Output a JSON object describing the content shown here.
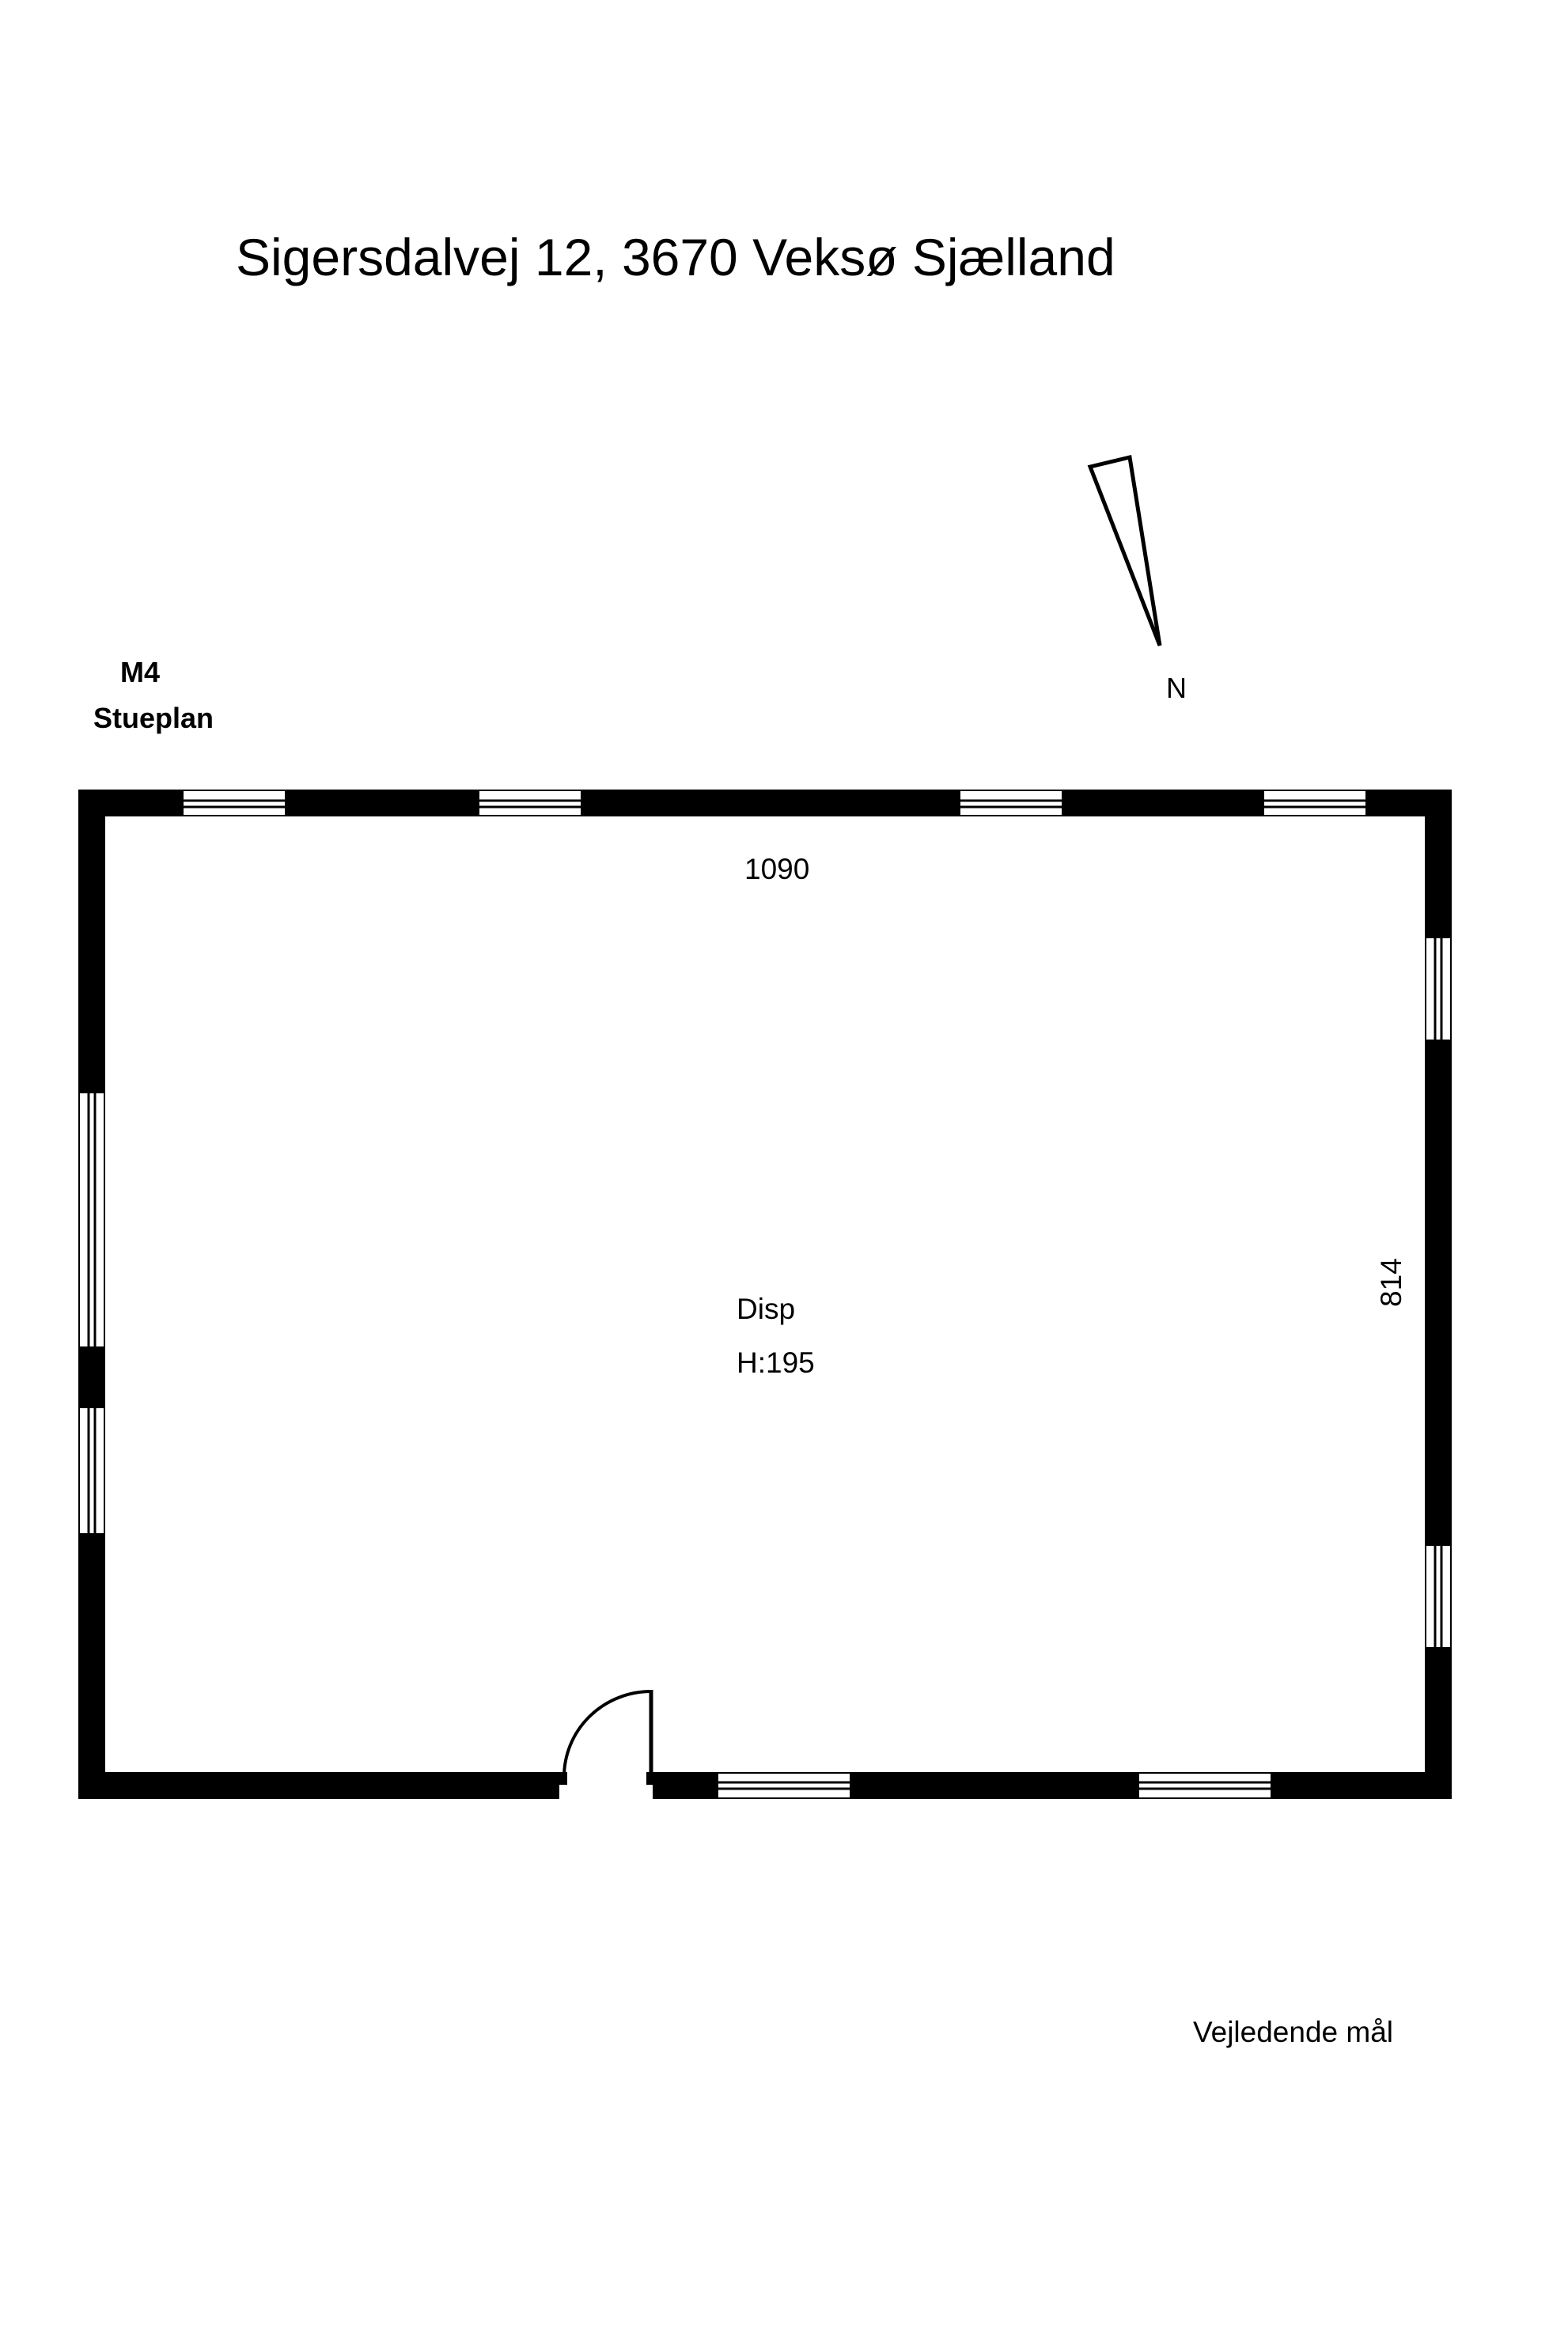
{
  "title": "Sigersdalvej 12, 3670 Veksø Sjælland",
  "floor": {
    "code": "M4",
    "name": "Stueplan"
  },
  "compass": {
    "label": "N",
    "icon": "north-arrow-icon"
  },
  "dimensions": {
    "width": "1090",
    "depth": "814"
  },
  "room": {
    "name": "Disp",
    "height": "H:195"
  },
  "disclaimer": "Vejledende mål",
  "colors": {
    "wall": "#000000",
    "background": "#ffffff"
  }
}
